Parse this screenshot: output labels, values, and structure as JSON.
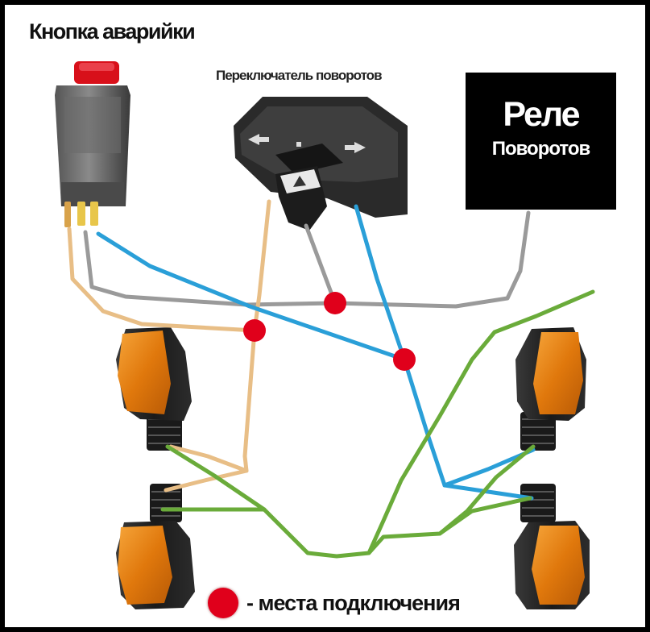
{
  "title": "Кнопка аварийки",
  "switch_label": "Переключатель поворотов",
  "relay": {
    "line1": "Реле",
    "line2": "Поворотов"
  },
  "legend": {
    "text": "- места подключения"
  },
  "colors": {
    "background": "#ffffff",
    "frame": "#000000",
    "blue_wire": "#2a9fd8",
    "gray_wire": "#9a9a9a",
    "beige_wire": "#e8be86",
    "green_wire": "#6aab3a",
    "junction": "#e0001b",
    "turn_signal_lens": "#e8850e",
    "hazard_button": "#d8101a"
  }
}
